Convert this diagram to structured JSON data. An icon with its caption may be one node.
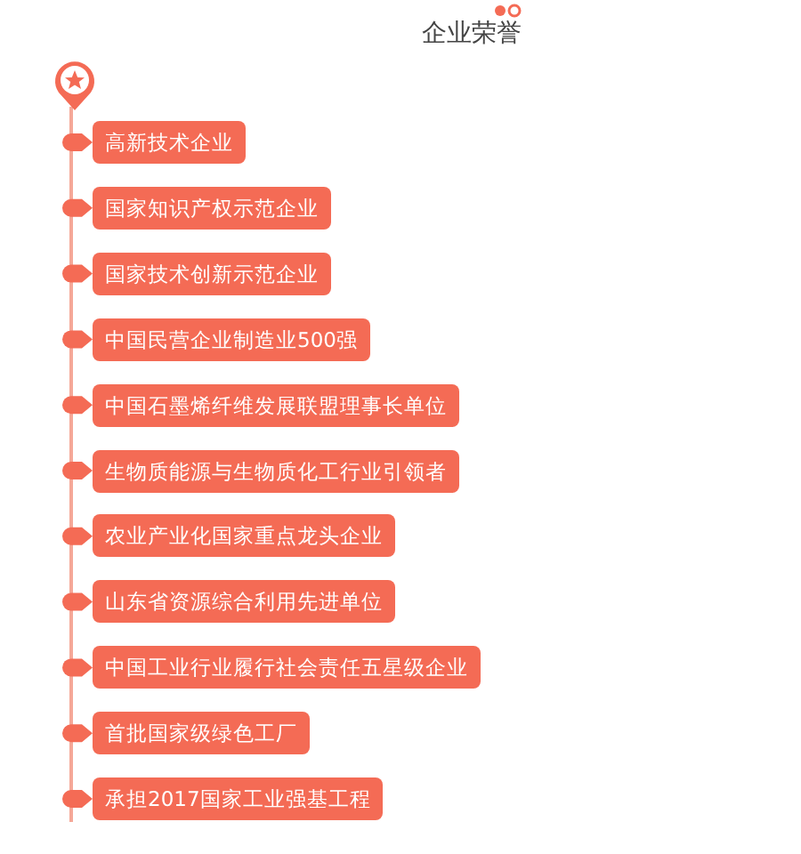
{
  "diagram": {
    "title": "企业荣誉",
    "nodes": [
      {
        "text": [
          "高新技术企业"
        ]
      },
      {
        "text": [
          "国家知识产权示范企业"
        ]
      },
      {
        "text": [
          "国家技术创新示范企业"
        ]
      },
      {
        "text": [
          "中国民营企业制造业500强"
        ]
      },
      {
        "text": [
          "中国石墨烯纤维发展联盟理事长单位"
        ]
      },
      {
        "text": [
          "生物质能源与生物质化工行业引领者"
        ]
      },
      {
        "text": [
          "农业产业化国家重点龙头企业"
        ]
      },
      {
        "text": [
          "山东省资源综合利用先进单位"
        ]
      },
      {
        "text": [
          "中国工业行业履行社会责任五星级企业"
        ]
      },
      {
        "text": [
          "首批国家级绿色工厂"
        ]
      },
      {
        "text": [
          "承担2017国家工业强基工程"
        ]
      }
    ]
  }
}
